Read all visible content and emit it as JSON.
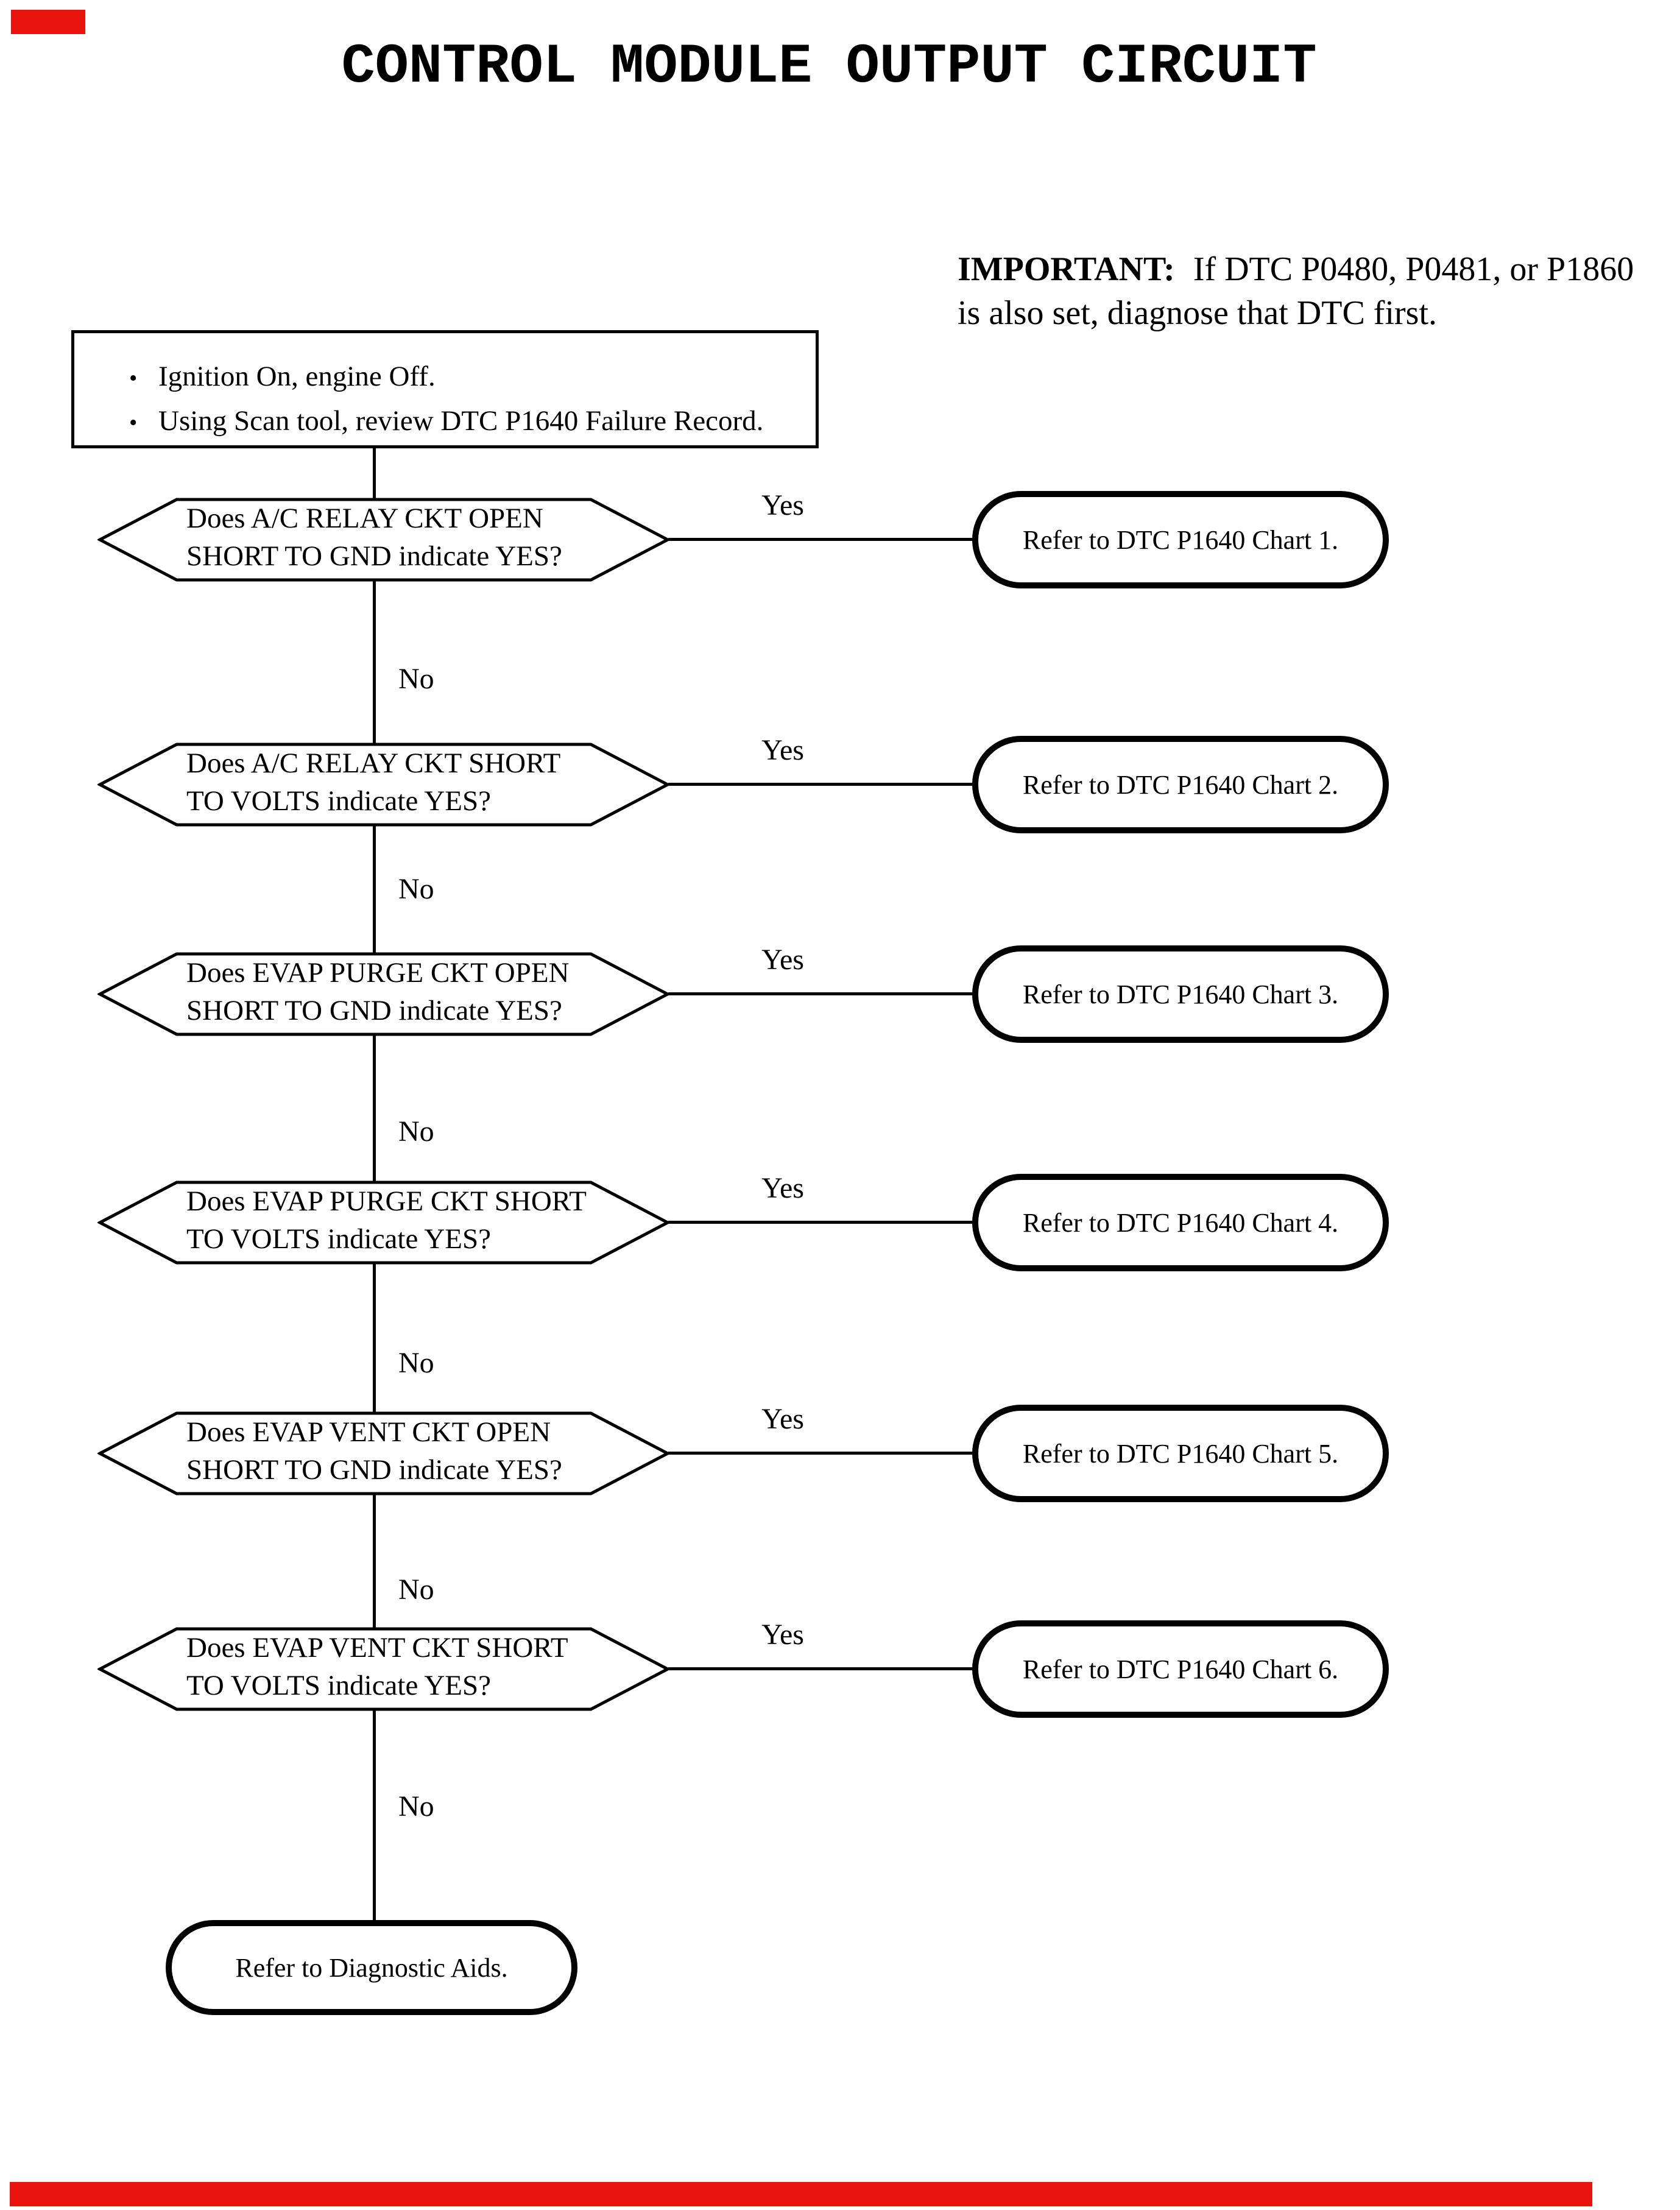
{
  "colors": {
    "ink": "#000000",
    "paper": "#ffffff",
    "redaction_red": "#e8130c"
  },
  "title": "CONTROL MODULE OUTPUT CIRCUIT",
  "important": {
    "label": "IMPORTANT:",
    "line1": "If DTC P0480, P0481, or P1860",
    "line2": "is also set, diagnose that DTC first."
  },
  "start": {
    "bullets": [
      "Ignition On, engine Off.",
      "Using Scan tool, review DTC P1640 Failure Record."
    ]
  },
  "labels": {
    "yes": "Yes",
    "no": "No"
  },
  "decisions": [
    {
      "line1": "Does A/C RELAY CKT OPEN",
      "line2": "SHORT TO GND indicate YES?",
      "result": "Refer to DTC P1640 Chart 1."
    },
    {
      "line1": "Does A/C RELAY CKT SHORT",
      "line2": "TO VOLTS indicate YES?",
      "result": "Refer to DTC P1640 Chart 2."
    },
    {
      "line1": "Does EVAP PURGE CKT OPEN",
      "line2": "SHORT TO GND indicate YES?",
      "result": "Refer to DTC P1640 Chart 3."
    },
    {
      "line1": "Does EVAP PURGE CKT SHORT",
      "line2": "TO VOLTS indicate YES?",
      "result": "Refer to DTC P1640 Chart 4."
    },
    {
      "line1": "Does EVAP VENT CKT OPEN",
      "line2": "SHORT TO GND indicate YES?",
      "result": "Refer to DTC P1640 Chart 5."
    },
    {
      "line1": "Does EVAP VENT CKT SHORT",
      "line2": "TO VOLTS indicate YES?",
      "result": "Refer to DTC P1640 Chart 6."
    }
  ],
  "terminal": {
    "text": "Refer to Diagnostic Aids."
  }
}
